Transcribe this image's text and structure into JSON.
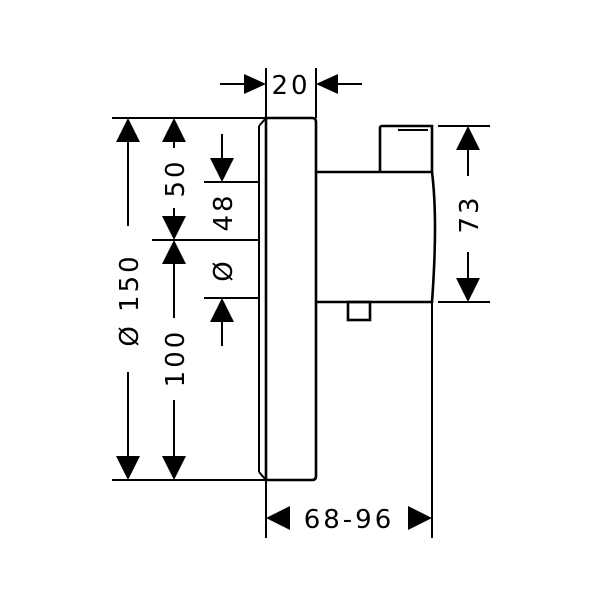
{
  "drawing": {
    "subject": "concealed thermostatic mixer trim, side elevation",
    "line_color": "#000000",
    "background": "#ffffff"
  },
  "dimensions": {
    "top_width": "20",
    "plate_diameter": "Ø 150",
    "lower_height": "100",
    "upper_height": "50",
    "spindle_diameter_value": "48",
    "spindle_diameter_symbol": "Ø",
    "body_height": "73",
    "projection": "68-96"
  }
}
